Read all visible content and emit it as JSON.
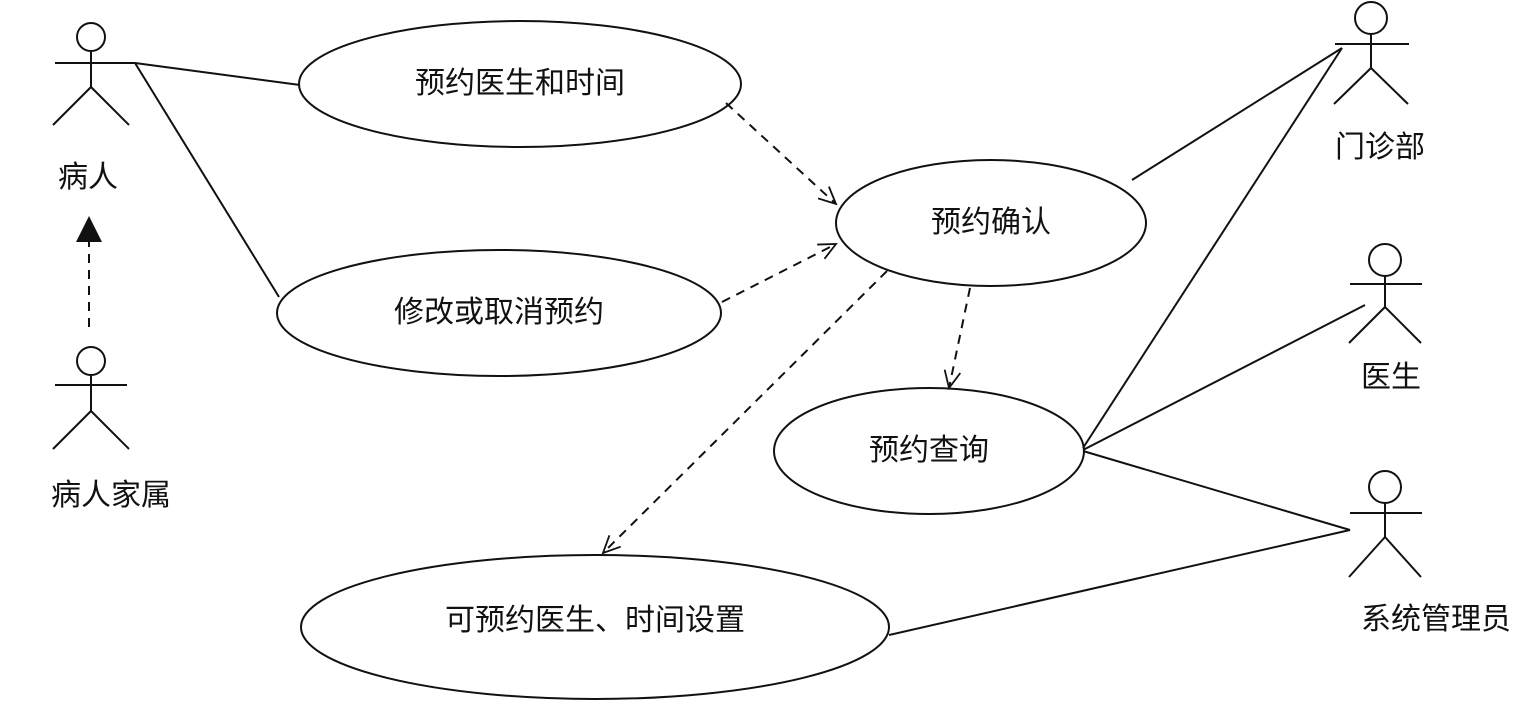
{
  "colors": {
    "stroke": "#111111",
    "background": "#ffffff"
  },
  "use_cases": {
    "book": "预约医生和时间",
    "modify": "修改或取消预约",
    "confirm": "预约确认",
    "query": "预约查询",
    "setup": "可预约医生、时间设置"
  },
  "actors": {
    "patient": "病人",
    "family": "病人家属",
    "outpatient": "门诊部",
    "doctor": "医生",
    "admin": "系统管理员"
  },
  "relationships": [
    {
      "from": "patient",
      "to": "book",
      "kind": "association"
    },
    {
      "from": "patient",
      "to": "modify",
      "kind": "association"
    },
    {
      "from": "family",
      "to": "patient",
      "kind": "generalization"
    },
    {
      "from": "book",
      "to": "confirm",
      "kind": "dependency"
    },
    {
      "from": "modify",
      "to": "confirm",
      "kind": "dependency"
    },
    {
      "from": "confirm",
      "to": "query",
      "kind": "dependency"
    },
    {
      "from": "confirm",
      "to": "setup",
      "kind": "dependency"
    },
    {
      "from": "outpatient",
      "to": "confirm",
      "kind": "association"
    },
    {
      "from": "outpatient",
      "to": "query",
      "kind": "association"
    },
    {
      "from": "doctor",
      "to": "query",
      "kind": "association"
    },
    {
      "from": "admin",
      "to": "query",
      "kind": "association"
    },
    {
      "from": "admin",
      "to": "setup",
      "kind": "association"
    }
  ]
}
